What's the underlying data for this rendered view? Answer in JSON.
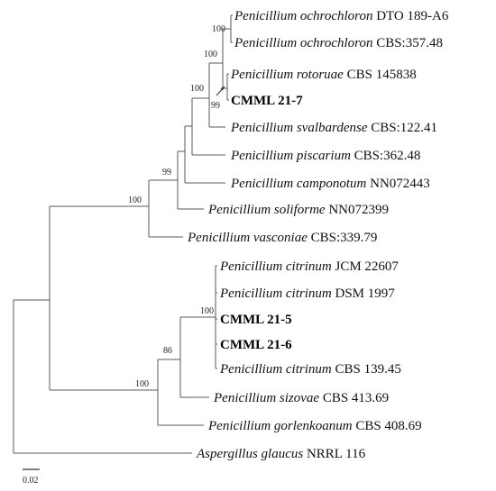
{
  "figure": {
    "taxa": [
      {
        "genus": "Penicillium ochrochloron",
        "strain": "DTO 189-A6"
      },
      {
        "genus": "Penicillium ochrochloron",
        "strain": "CBS:357.48"
      },
      {
        "genus": "Penicillium rotoruae",
        "strain": "CBS 145838"
      },
      {
        "isolate": "CMML 21-7"
      },
      {
        "genus": "Penicillium svalbardense",
        "strain": "CBS:122.41"
      },
      {
        "genus": "Penicillium piscarium",
        "strain": "CBS:362.48"
      },
      {
        "genus": "Penicillium camponotum",
        "strain": "NN072443"
      },
      {
        "genus": "Penicillium soliforme",
        "strain": "NN072399"
      },
      {
        "genus": "Penicillium vasconiae",
        "strain": "CBS:339.79"
      },
      {
        "genus": "Penicillium citrinum",
        "strain": "JCM 22607"
      },
      {
        "genus": "Penicillium citrinum",
        "strain": "DSM 1997"
      },
      {
        "isolate": "CMML 21-5"
      },
      {
        "isolate": "CMML 21-6"
      },
      {
        "genus": "Penicillium citrinum",
        "strain": "CBS 139.45"
      },
      {
        "genus": "Penicillium sizovae",
        "strain": "CBS 413.69"
      },
      {
        "genus": "Penicillium gorlenkoanum",
        "strain": "CBS 408.69"
      },
      {
        "genus": "Aspergillus glaucus",
        "strain": "NRRL 116"
      }
    ],
    "bootstrap": {
      "ochrochloron_pair": "100",
      "ochro_rotoruae": "100",
      "rotoruae_cmml": "99",
      "svalbardense_group": "100",
      "camponotum_group": "99",
      "penicillium_clade_a": "100",
      "citrinum_group": "100",
      "sizovae_group": "86",
      "penicillium_clade_b": "100"
    },
    "scale_bar": "0.02"
  }
}
